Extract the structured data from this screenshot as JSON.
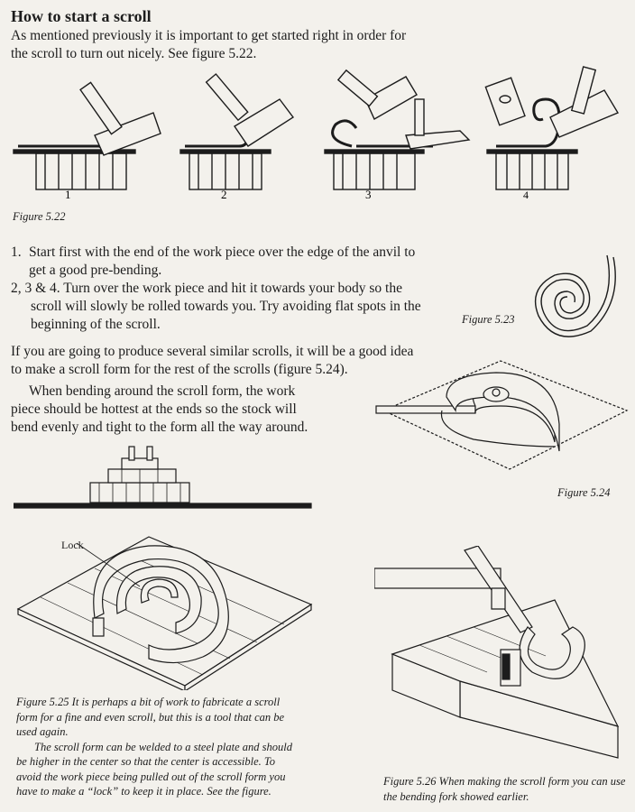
{
  "heading": "How to start a scroll",
  "intro": "As mentioned previously it is important to get started right in order for the scroll to turn out nicely. See figure 5.22.",
  "figure_522": {
    "step_labels": [
      "1",
      "2",
      "3",
      "4"
    ],
    "caption": "Figure 5.22"
  },
  "steps": [
    {
      "num": "1.",
      "text": "Start first with the end of the work piece over the edge of the anvil to get a good pre-bending."
    },
    {
      "num": "2, 3 & 4.",
      "text": "Turn over the work piece and hit it towards your body so the scroll will slowly be rolled towards you. Try avoiding flat spots in the beginning of the scroll."
    }
  ],
  "para_scroll_form": "If you are going to produce several similar scrolls, it will be a good idea to make a scroll form for the rest of the scrolls (figure 5.24).",
  "para_bending": "When bending around the scroll form, the work piece should be hottest at the ends so the stock will bend evenly and tight to the form all the way around.",
  "figure_523": {
    "caption": "Figure 5.23"
  },
  "figure_524": {
    "caption": "Figure 5.24"
  },
  "figure_525": {
    "lock_label": "Lock",
    "caption_p1": "Figure 5.25 It is perhaps a bit of work to fabricate a scroll form for a fine and even scroll, but this is a tool that can be used again.",
    "caption_p2": "The scroll form can be welded to a steel plate and should be higher in the center so that the center is accessible. To avoid the work piece being pulled out of the scroll form you have to make a “lock” to keep it in place. See the figure."
  },
  "figure_526": {
    "caption": "Figure 5.26 When making the scroll form you can use the bending fork showed earlier."
  },
  "colors": {
    "paper": "#f3f1ec",
    "ink": "#1c1c1c"
  }
}
